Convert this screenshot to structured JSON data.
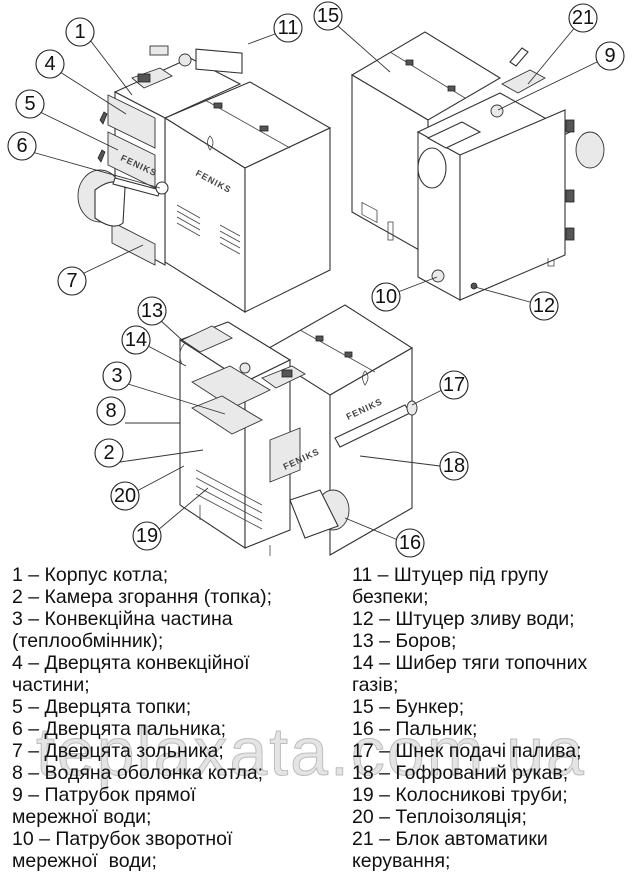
{
  "figure": {
    "brand_label": "FENIKS",
    "watermark": "teplaxata.com.ua"
  },
  "callouts": [
    "1",
    "2",
    "3",
    "4",
    "5",
    "6",
    "7",
    "8",
    "9",
    "10",
    "11",
    "12",
    "13",
    "14",
    "15",
    "16",
    "17",
    "18",
    "19",
    "20",
    "21"
  ],
  "legend": {
    "left": [
      {
        "number": "1",
        "text": "1 – Корпус котла;"
      },
      {
        "number": "2",
        "text": "2 – Камера згорання (топка);"
      },
      {
        "number": "3",
        "text": "3 – Конвекційна частина\n(теплообмінник);"
      },
      {
        "number": "4",
        "text": "4 – Дверцята конвекційної\nчастини;"
      },
      {
        "number": "5",
        "text": "5 – Дверцята топки;"
      },
      {
        "number": "6",
        "text": "6 – Дверцята пальника;"
      },
      {
        "number": "7",
        "text": "7 – Дверцята зольника;"
      },
      {
        "number": "8",
        "text": "8 – Водяна оболонка котла;"
      },
      {
        "number": "9",
        "text": "9 – Патрубок прямої\nмережної води;"
      },
      {
        "number": "10",
        "text": "10 – Патрубок зворотної\nмережної  води;"
      }
    ],
    "right": [
      {
        "number": "11",
        "text": "11 – Штуцер під групу\nбезпеки;"
      },
      {
        "number": "12",
        "text": "12 – Штуцер зливу води;"
      },
      {
        "number": "13",
        "text": "13 – Боров;"
      },
      {
        "number": "14",
        "text": "14 – Шибер тяги топочних\nгазів;"
      },
      {
        "number": "15",
        "text": "15 – Бункер;"
      },
      {
        "number": "16",
        "text": "16 – Пальник;"
      },
      {
        "number": "17",
        "text": "17 – Шнек подачі палива;"
      },
      {
        "number": "18",
        "text": "18 – Гофрований рукав;"
      },
      {
        "number": "19",
        "text": "19 – Колосникові труби;"
      },
      {
        "number": "20",
        "text": "20 – Теплоізоляція;"
      },
      {
        "number": "21",
        "text": "21 – Блок автоматики\nкерування;"
      }
    ]
  }
}
